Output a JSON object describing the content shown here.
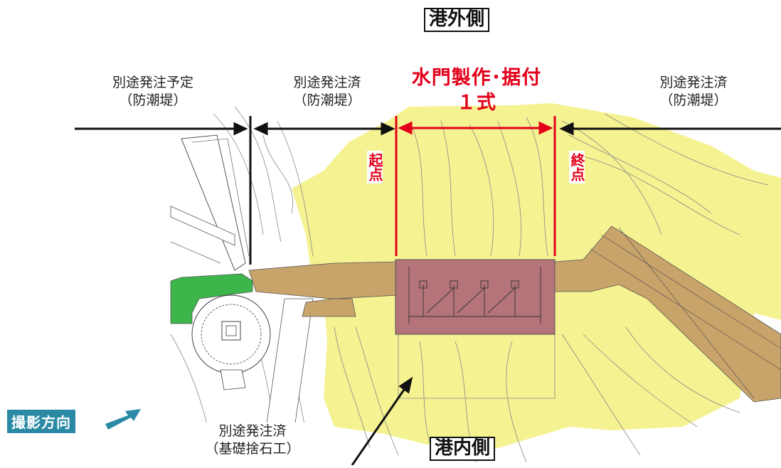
{
  "labels": {
    "harbor_outside": "港外側",
    "harbor_inside": "港内側",
    "left_planned_line1": "別途発注予定",
    "left_planned_line2": "（防潮堤）",
    "left_ordered_line1": "別途発注済",
    "left_ordered_line2": "（防潮堤）",
    "center_title": "水門製作･据付",
    "center_qty": "１式",
    "right_ordered_line1": "別途発注済",
    "right_ordered_line2": "（防潮堤）",
    "bottom_ordered_line1": "別途発注済",
    "bottom_ordered_line2": "（基礎捨石工）",
    "start_point": "起点",
    "end_point": "終点",
    "photo_direction": "撮影方向"
  },
  "colors": {
    "accent_red": "#e2001a",
    "yellow_zone": "#f5f291",
    "gate_fill": "#b5737a",
    "seawall_tan": "#c9a46a",
    "green_section": "#3cb54a",
    "badge_teal": "#2a8aa6"
  }
}
